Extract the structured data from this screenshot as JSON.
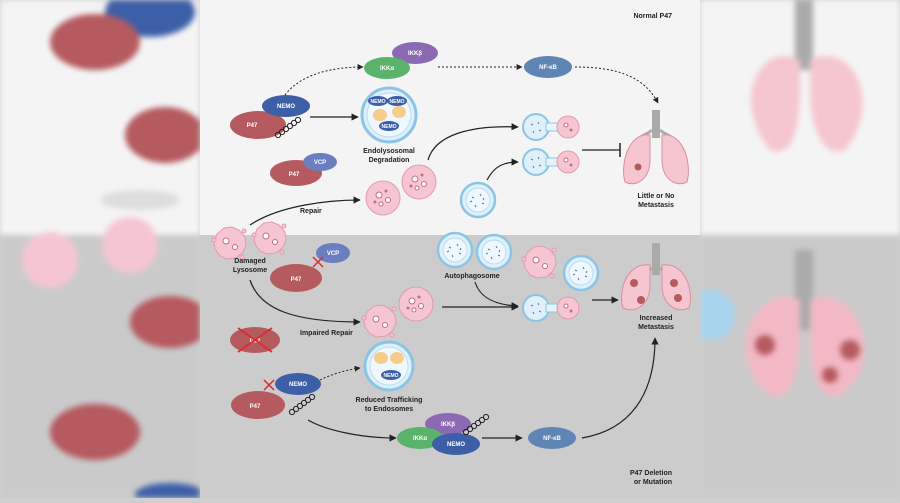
{
  "headings": {
    "top": "Normal P47",
    "bottom_line1": "P47 Deletion",
    "bottom_line2": "or Mutation"
  },
  "proteins": {
    "nemo": "NEMO",
    "p47": "P47",
    "vcp": "VCP",
    "ikkb": "IKKβ",
    "ikka": "IKKα",
    "nfkb": "NF-κB"
  },
  "labels": {
    "endolysosomal_1": "Endolysosomal",
    "endolysosomal_2": "Degradation",
    "repair": "Repair",
    "little_1": "Little or No",
    "little_2": "Metastasis",
    "damaged_1": "Damaged",
    "damaged_2": "Lysosome",
    "autophagosome": "Autophagosome",
    "impaired_repair": "Impaired Repair",
    "increased_1": "Increased",
    "increased_2": "Metastasis",
    "reduced_1": "Reduced Trafficking",
    "reduced_2": "to Endosomes"
  },
  "colors": {
    "top_panel_bg": "#f4f4f4",
    "bottom_panel_bg": "#cccccc",
    "p47": "#b55a5f",
    "nemo": "#3d5fa8",
    "vcp": "#6b7fc0",
    "ikkb": "#8a6bb3",
    "ikka": "#5bb36b",
    "nfkb": "#5f85b5",
    "lysosome": "#f5c6d2",
    "endosome": "#a8d4ee",
    "lung": "#f5c6cf"
  }
}
